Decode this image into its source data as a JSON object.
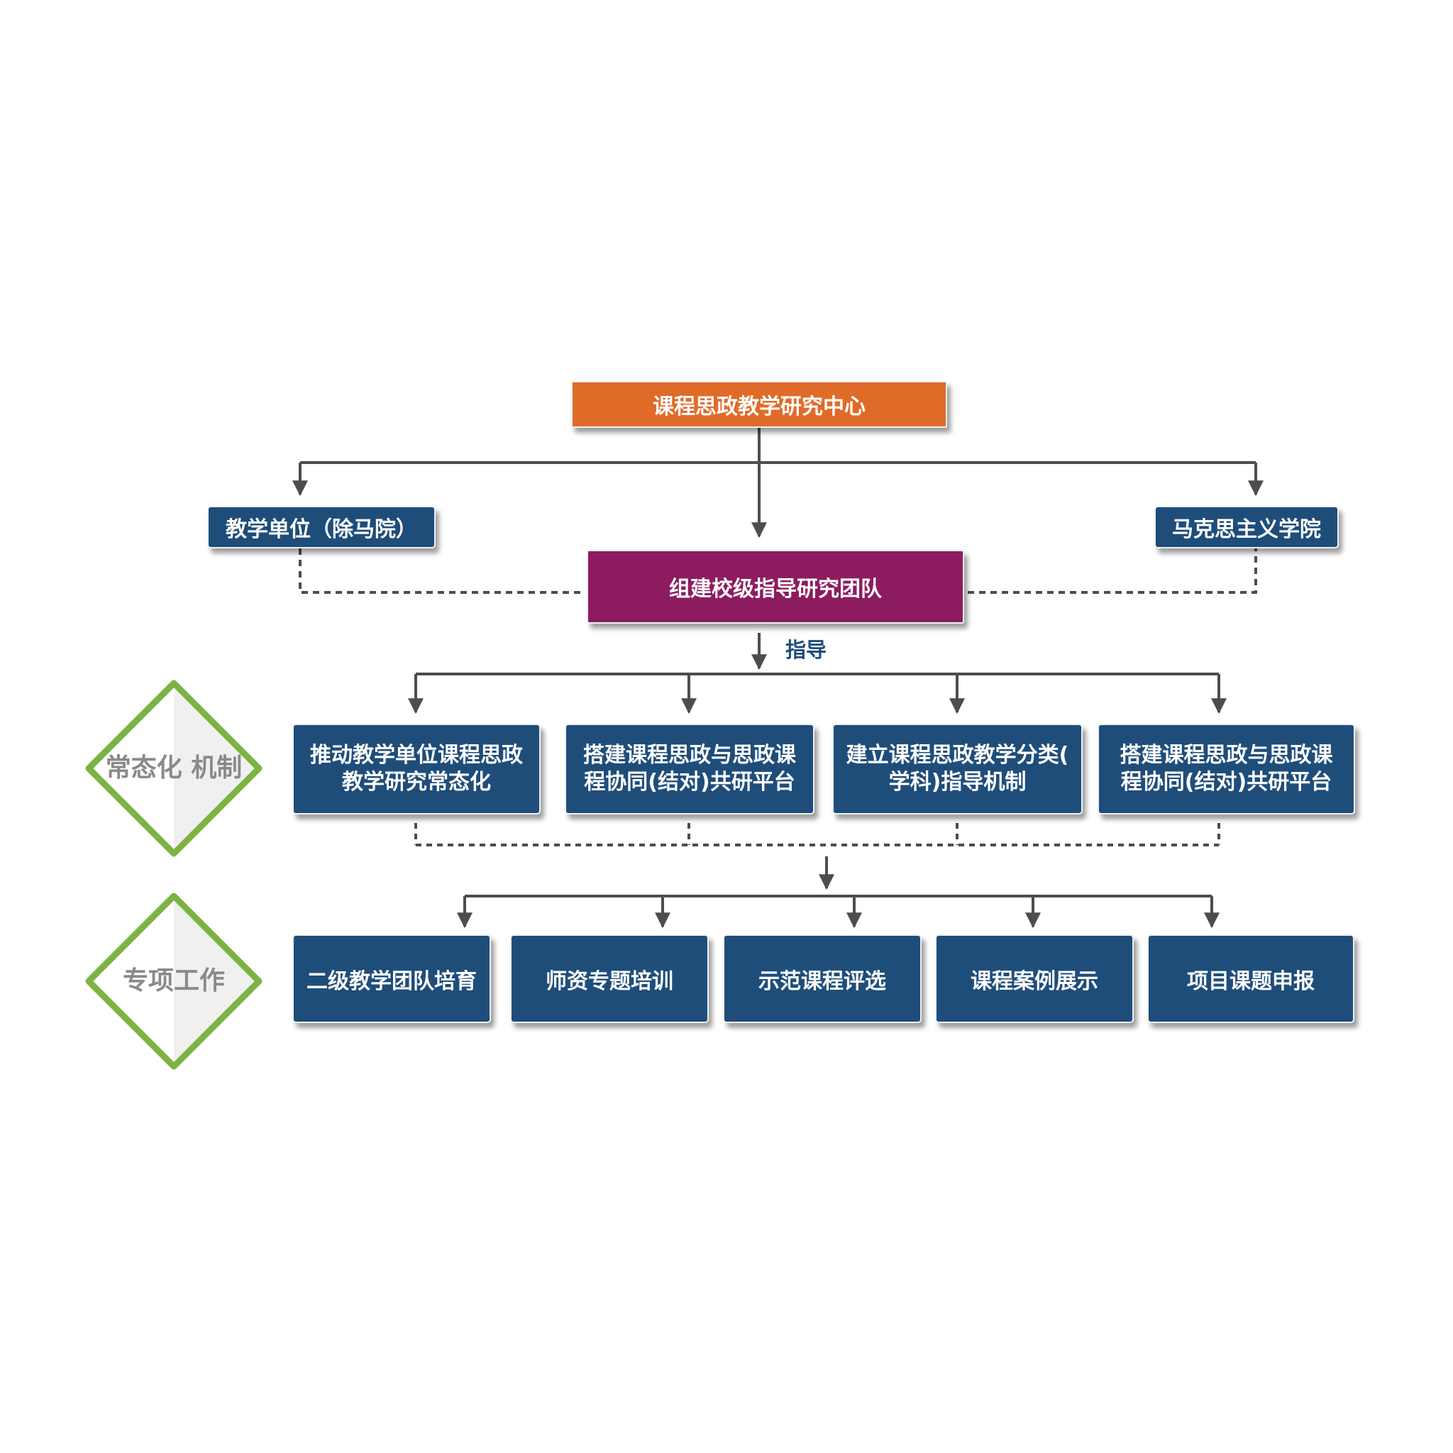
{
  "top_center": "课程思政教学研究中心",
  "left_unit": "教学单位（除马院）",
  "right_unit": "马克思主义学院",
  "team": "组建校级指导研究团队",
  "guide_label": "指导",
  "mechanism_label": [
    "常态化",
    "机制"
  ],
  "special_label": "专项工作",
  "mechanism_items": [
    [
      "推动教学单位课程思政",
      "教学研究常态化"
    ],
    [
      "搭建课程思政与思政课",
      "程协同(结对)共研平台"
    ],
    [
      "建立课程思政教学分类(",
      "学科)指导机制"
    ],
    [
      "搭建课程思政与思政课",
      "程协同(结对)共研平台"
    ]
  ],
  "special_items": [
    "二级教学团队培育",
    "师资专题培训",
    "示范课程评选",
    "课程案例展示",
    "项目课题申报"
  ],
  "colors": {
    "orange": "#e06b28",
    "purple": "#8c1c5f",
    "navy": "#1f4d7a",
    "green": "#7cb342",
    "connector": "#4d4d4d"
  }
}
